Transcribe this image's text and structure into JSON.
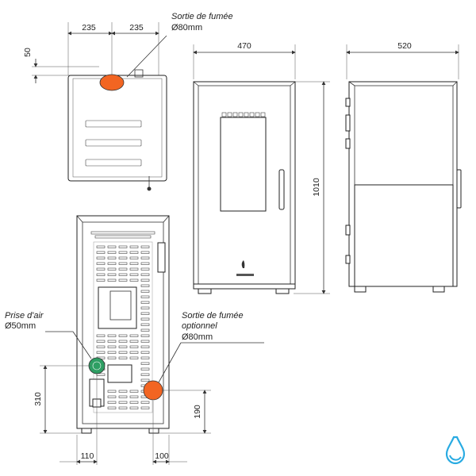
{
  "top_view": {
    "dim_left": "235",
    "dim_right": "235",
    "dim_depth": "50",
    "flue_label_line1": "Sortie de fumée",
    "flue_label_line2": "Ø80mm"
  },
  "front_view": {
    "dim_width": "470",
    "dim_height": "1010"
  },
  "side_view": {
    "dim_depth": "520"
  },
  "rear_view": {
    "air_label_line1": "Prise d'air",
    "air_label_line2": "Ø50mm",
    "flue_opt_line1": "Sortie de fumée",
    "flue_opt_line2": "optionnel",
    "flue_opt_line3": "Ø80mm",
    "dim_air_height": "310",
    "dim_flue_height": "190",
    "dim_air_offset": "110",
    "dim_flue_offset": "100"
  },
  "colors": {
    "flue_orange": "#f26522",
    "air_green": "#2e9e63",
    "logo_blue": "#29abe2"
  },
  "logo": {
    "icon": "water-drop-logo"
  }
}
